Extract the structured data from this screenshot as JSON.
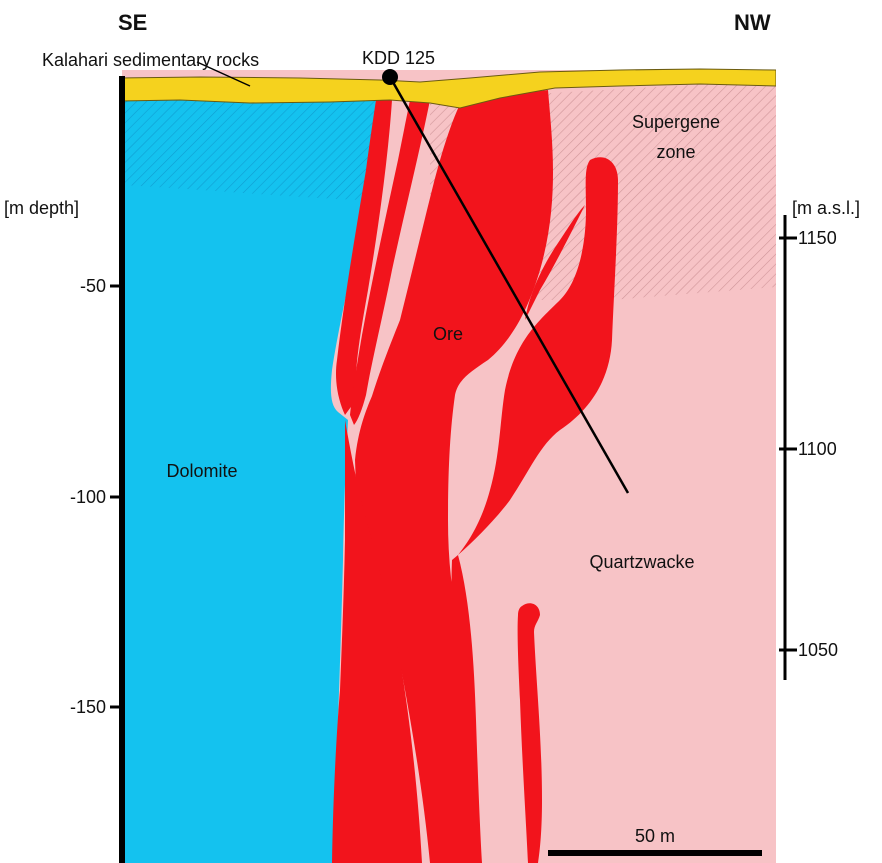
{
  "headings": {
    "left_direction": "SE",
    "right_direction": "NW"
  },
  "labels": {
    "kalahari": "Kalahari sedimentary rocks",
    "drillhole": "KDD 125",
    "supergene_line1": "Supergene",
    "supergene_line2": "zone",
    "ore": "Ore",
    "dolomite": "Dolomite",
    "quartzwacke": "Quartzwacke"
  },
  "left_axis": {
    "title": "[m depth]",
    "ticks": [
      "-50",
      "-100",
      "-150"
    ]
  },
  "right_axis": {
    "title": "[m a.s.l.]",
    "ticks": [
      "1150",
      "1100",
      "1050"
    ]
  },
  "scale_bar": {
    "label": "50 m"
  },
  "colors": {
    "kalahari": "#f5d21e",
    "dolomite": "#14c2ef",
    "quartzwacke": "#f7c3c6",
    "ore": "#f2141c",
    "axis": "#000000"
  }
}
